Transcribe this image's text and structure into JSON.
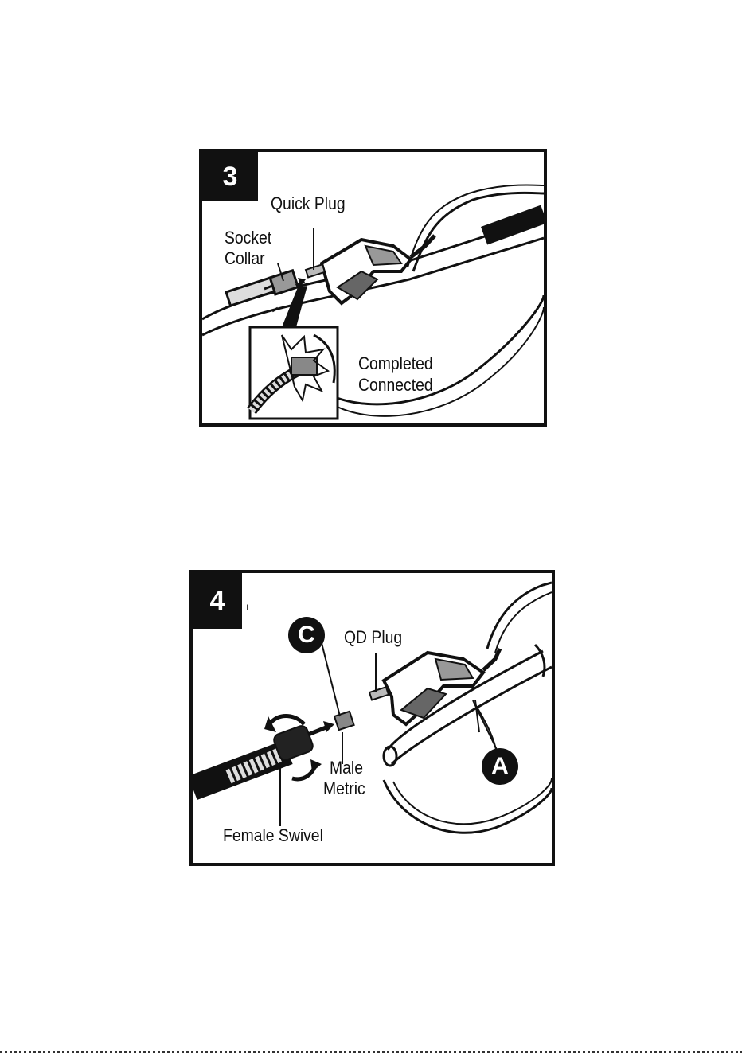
{
  "step3": {
    "number": "3",
    "labels": {
      "quick_plug": "Quick Plug",
      "socket_line1": "Socket",
      "socket_line2": "Collar",
      "completed_line1": "Completed",
      "completed_line2": "Connected"
    }
  },
  "step4": {
    "number": "4",
    "stray_mark": "ı",
    "labels": {
      "c_badge": "C",
      "qd_plug": "QD Plug",
      "a_badge": "A",
      "male_line1": "Male",
      "male_line2": "Metric",
      "female_swivel": "Female Swivel"
    }
  },
  "colors": {
    "ink": "#111111",
    "paper": "#ffffff",
    "metal": "#bfbfbf"
  }
}
